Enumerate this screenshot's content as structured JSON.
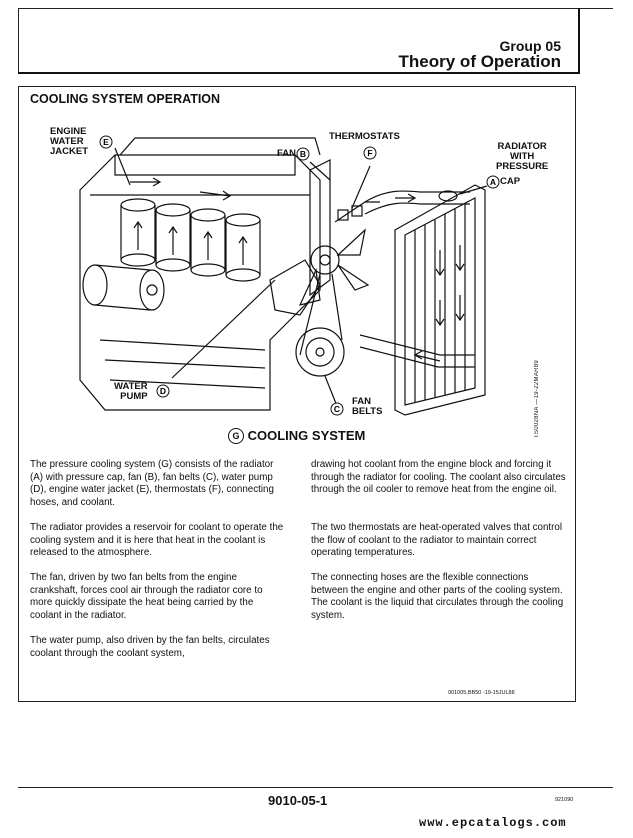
{
  "header": {
    "group": "Group 05",
    "title": "Theory of Operation"
  },
  "section_title": "COOLING SYSTEM OPERATION",
  "diagram": {
    "labels": {
      "engine_water_jacket": [
        "ENGINE",
        "WATER",
        "JACKET"
      ],
      "engine_letter": "E",
      "thermostats": "THERMOSTATS",
      "thermostat_letter": "F",
      "fan": "FAN",
      "fan_letter": "B",
      "radiator": [
        "RADIATOR",
        "WITH",
        "PRESSURE"
      ],
      "radiator_letter": "A",
      "radiator_cap": "CAP",
      "water_pump": [
        "WATER",
        "PUMP"
      ],
      "pump_letter": "D",
      "fan_belts": [
        "FAN",
        "BELTS"
      ],
      "belts_letter": "C"
    },
    "caption_letter": "G",
    "caption": "COOLING SYSTEM",
    "side_code": "TS0028NA —19-22MAR89"
  },
  "paragraphs_left": [
    "The pressure cooling system (G) consists of the radiator (A) with pressure cap, fan (B), fan belts (C), water pump (D), engine water jacket (E), thermostats (F), connecting hoses, and coolant.",
    "The radiator provides a reservoir for coolant to operate the cooling system and it is here that heat in the coolant is released to the atmosphere.",
    "The fan, driven by two fan belts from the engine crankshaft, forces cool air through the radiator core to more quickly dissipate the heat being carried by the coolant in the radiator.",
    "The water pump, also driven by the fan belts, circulates coolant through the coolant system,"
  ],
  "paragraphs_right": [
    "drawing hot coolant from the engine block and forcing it through the radiator for cooling. The coolant also circulates through the oil cooler to remove heat from the engine oil.",
    "The two thermostats are heat-operated valves that control the flow of coolant to the radiator to maintain correct operating temperatures.",
    "The connecting hoses are the flexible connections between the engine and other parts of the cooling system. The coolant is the liquid that circulates through the cooling system."
  ],
  "reference_code": "901005,BB50 -19-15JUL88",
  "footer": {
    "page_number": "9010-05-1",
    "page_code": "921090"
  },
  "watermark": "www.epcatalogs.com"
}
